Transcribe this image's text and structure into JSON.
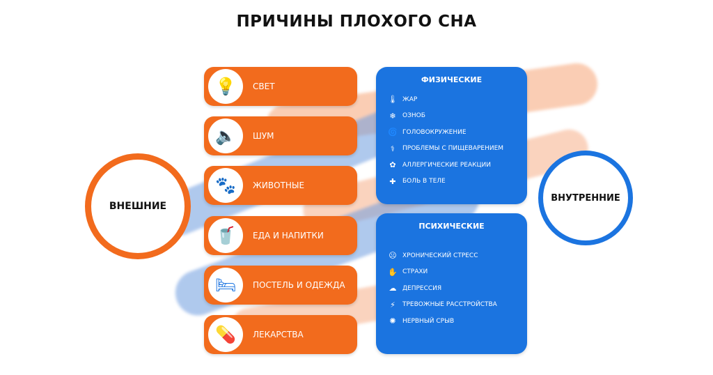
{
  "title": "ПРИЧИНЫ ПЛОХОГО СНА",
  "external": {
    "label": "ВНЕШНИЕ",
    "items": [
      {
        "label": "СВЕТ",
        "icon": "lightbulb-icon",
        "glyph": "💡"
      },
      {
        "label": "ШУМ",
        "icon": "speaker-icon",
        "glyph": "🔈"
      },
      {
        "label": "ЖИВОТНЫЕ",
        "icon": "paw-icon",
        "glyph": "🐾"
      },
      {
        "label": "ЕДА И НАПИТКИ",
        "icon": "food-drink-icon",
        "glyph": "🥤"
      },
      {
        "label": "ПОСТЕЛЬ И ОДЕЖДА",
        "icon": "bed-icon",
        "glyph": "🛏"
      },
      {
        "label": "ЛЕКАРСТВА",
        "icon": "pills-icon",
        "glyph": "💊"
      }
    ]
  },
  "internal": {
    "label": "ВНУТРЕННИЕ",
    "physical": {
      "title": "ФИЗИЧЕСКИЕ",
      "items": [
        "ЖАР",
        "ОЗНОБ",
        "ГОЛОВОКРУЖЕНИЕ",
        "ПРОБЛЕМЫ С ПИЩЕВАРЕНИЕМ",
        "АЛЛЕРГИЧЕСКИЕ РЕАКЦИИ",
        "БОЛЬ В ТЕЛЕ"
      ]
    },
    "mental": {
      "title": "ПСИХИЧЕСКИЕ",
      "items": [
        "ХРОНИЧЕСКИЙ СТРЕСС",
        "СТРАХИ",
        "ДЕПРЕССИЯ",
        "ТРЕВОЖНЫЕ РАССТРОЙСТВА",
        "НЕРВНЫЙ СРЫВ"
      ]
    }
  },
  "colors": {
    "orange": "#f26b1d",
    "blue": "#1b74e0"
  }
}
